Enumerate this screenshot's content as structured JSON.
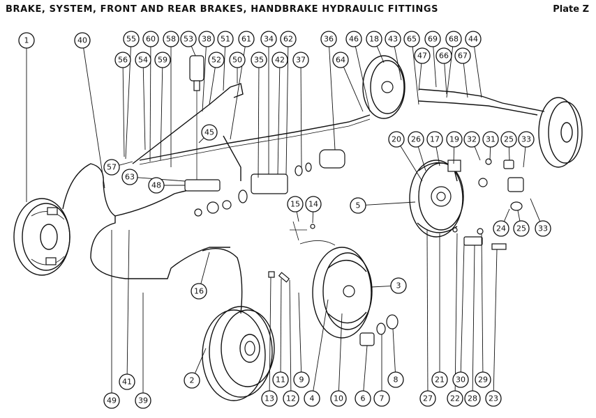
{
  "header": {
    "title": "BRAKE, SYSTEM, FRONT AND REAR BRAKES, HANDBRAKE HYDRAULIC FITTINGS",
    "plate": "Plate Z"
  },
  "callouts": [
    {
      "id": "1",
      "label": "1"
    },
    {
      "id": "2",
      "label": "2"
    },
    {
      "id": "3",
      "label": "3"
    },
    {
      "id": "4",
      "label": "4"
    },
    {
      "id": "5",
      "label": "5"
    },
    {
      "id": "6",
      "label": "6"
    },
    {
      "id": "7",
      "label": "7"
    },
    {
      "id": "8",
      "label": "8"
    },
    {
      "id": "9",
      "label": "9"
    },
    {
      "id": "10",
      "label": "10"
    },
    {
      "id": "11",
      "label": "11"
    },
    {
      "id": "12",
      "label": "12"
    },
    {
      "id": "13",
      "label": "13"
    },
    {
      "id": "14",
      "label": "14"
    },
    {
      "id": "15",
      "label": "15"
    },
    {
      "id": "16",
      "label": "16"
    },
    {
      "id": "17",
      "label": "17"
    },
    {
      "id": "18",
      "label": "18"
    },
    {
      "id": "19",
      "label": "19"
    },
    {
      "id": "20",
      "label": "20"
    },
    {
      "id": "21",
      "label": "21"
    },
    {
      "id": "22",
      "label": "22"
    },
    {
      "id": "23",
      "label": "23"
    },
    {
      "id": "24",
      "label": "24"
    },
    {
      "id": "25a",
      "label": "25"
    },
    {
      "id": "25b",
      "label": "25"
    },
    {
      "id": "26",
      "label": "26"
    },
    {
      "id": "27",
      "label": "27"
    },
    {
      "id": "28",
      "label": "28"
    },
    {
      "id": "29",
      "label": "29"
    },
    {
      "id": "30",
      "label": "30"
    },
    {
      "id": "31",
      "label": "31"
    },
    {
      "id": "32",
      "label": "32"
    },
    {
      "id": "33a",
      "label": "33"
    },
    {
      "id": "33b",
      "label": "33"
    },
    {
      "id": "34",
      "label": "34"
    },
    {
      "id": "35",
      "label": "35"
    },
    {
      "id": "36",
      "label": "36"
    },
    {
      "id": "37",
      "label": "37"
    },
    {
      "id": "38",
      "label": "38"
    },
    {
      "id": "39",
      "label": "39"
    },
    {
      "id": "40",
      "label": "40"
    },
    {
      "id": "41",
      "label": "41"
    },
    {
      "id": "42",
      "label": "42"
    },
    {
      "id": "43",
      "label": "43"
    },
    {
      "id": "44",
      "label": "44"
    },
    {
      "id": "45",
      "label": "45"
    },
    {
      "id": "46",
      "label": "46"
    },
    {
      "id": "47",
      "label": "47"
    },
    {
      "id": "48",
      "label": "48"
    },
    {
      "id": "49",
      "label": "49"
    },
    {
      "id": "50",
      "label": "50"
    },
    {
      "id": "51",
      "label": "51"
    },
    {
      "id": "52",
      "label": "52"
    },
    {
      "id": "53",
      "label": "53"
    },
    {
      "id": "54",
      "label": "54"
    },
    {
      "id": "55",
      "label": "55"
    },
    {
      "id": "56",
      "label": "56"
    },
    {
      "id": "57",
      "label": "57"
    },
    {
      "id": "58",
      "label": "58"
    },
    {
      "id": "59",
      "label": "59"
    },
    {
      "id": "60",
      "label": "60"
    },
    {
      "id": "61",
      "label": "61"
    },
    {
      "id": "62",
      "label": "62"
    },
    {
      "id": "63",
      "label": "63"
    },
    {
      "id": "64",
      "label": "64"
    },
    {
      "id": "65",
      "label": "65"
    },
    {
      "id": "66",
      "label": "66"
    },
    {
      "id": "67",
      "label": "67"
    },
    {
      "id": "68",
      "label": "68"
    },
    {
      "id": "69",
      "label": "69"
    }
  ]
}
